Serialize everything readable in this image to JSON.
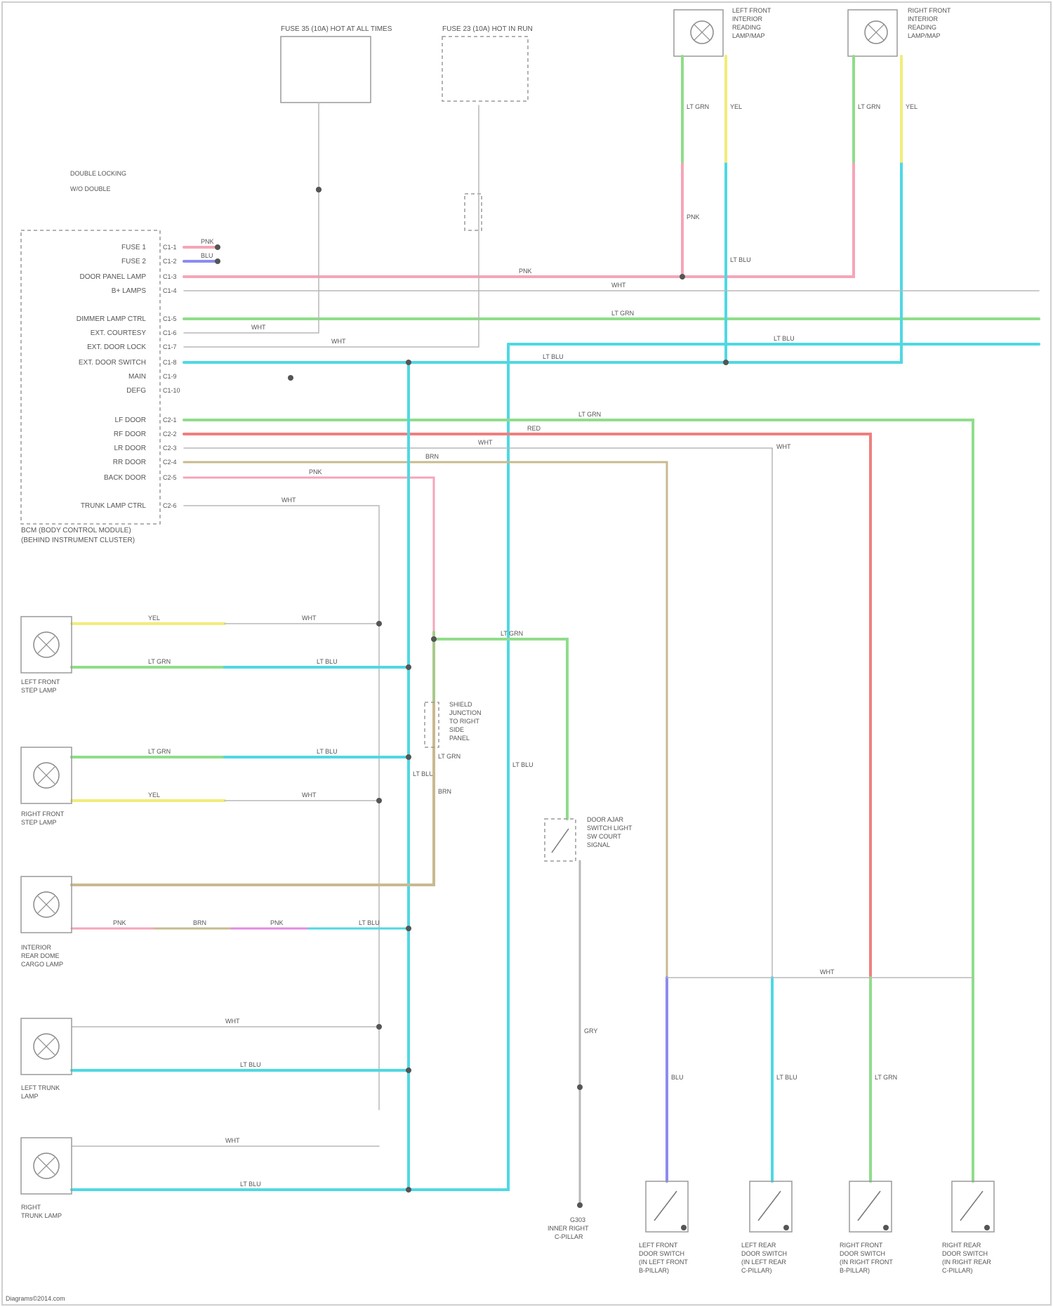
{
  "colors": {
    "pink": "#f4a6b8",
    "cyan": "#4fd8e3",
    "green": "#8fdd8a",
    "yellow": "#f1ec7a",
    "red": "#ef7f7f",
    "olive": "#a9c98b",
    "tan": "#c9b98f",
    "blue": "#8c8cf0",
    "gray": "#b8b8b8",
    "magenta": "#e08be0",
    "frame": "#cfcfcf"
  },
  "footer": {
    "credit": "Diagrams©2014.com"
  },
  "module": {
    "title_line1": "BCM (BODY CONTROL MODULE)",
    "title_line2": "(BEHIND INSTRUMENT CLUSTER)"
  },
  "legend": {
    "line1": "DOUBLE LOCKING",
    "line2": "W/O DOUBLE"
  },
  "parts": {
    "left_map": [
      "LEFT FRONT",
      "INTERIOR",
      "READING",
      "LAMP/MAP"
    ],
    "right_map": [
      "RIGHT FRONT",
      "INTERIOR",
      "READING",
      "LAMP/MAP"
    ],
    "fuse_block_left": "FUSE 35 (10A) HOT AT ALL TIMES",
    "fuse_block_center": "FUSE 23 (10A) HOT IN RUN",
    "left_step": [
      "LEFT FRONT",
      "STEP LAMP"
    ],
    "right_step": [
      "RIGHT FRONT",
      "STEP LAMP"
    ],
    "interior": [
      "INTERIOR",
      "REAR DOME",
      "CARGO LAMP"
    ],
    "left_trunk": [
      "LEFT TRUNK",
      "LAMP"
    ],
    "right_trunk": [
      "RIGHT",
      "TRUNK LAMP"
    ],
    "junction": [
      "SHIELD",
      "JUNCTION",
      "TO RIGHT",
      "SIDE",
      "PANEL"
    ],
    "courtesy_switch": [
      "DOOR AJAR",
      "SWITCH LIGHT",
      "SW COURT",
      "SIGNAL"
    ],
    "ground": [
      "G303",
      "INNER RIGHT",
      "C-PILLAR"
    ],
    "sw_lf": [
      "LEFT FRONT",
      "DOOR SWITCH",
      "(IN LEFT FRONT",
      "B-PILLAR)"
    ],
    "sw_lr": [
      "LEFT REAR",
      "DOOR SWITCH",
      "(IN LEFT REAR",
      "C-PILLAR)"
    ],
    "sw_rf": [
      "RIGHT FRONT",
      "DOOR SWITCH",
      "(IN RIGHT FRONT",
      "B-PILLAR)"
    ],
    "sw_rr": [
      "RIGHT REAR",
      "DOOR SWITCH",
      "(IN RIGHT REAR",
      "C-PILLAR)"
    ]
  },
  "pins": [
    {
      "label": "FUSE 1",
      "pin": "C1-1"
    },
    {
      "label": "FUSE 2",
      "pin": "C1-2"
    },
    {
      "label": "DOOR PANEL LAMP",
      "pin": "C1-3"
    },
    {
      "label": "B+ LAMPS",
      "pin": "C1-4"
    },
    {
      "label": "DIMMER LAMP CTRL",
      "pin": "C1-5"
    },
    {
      "label": "EXT. COURTESY",
      "pin": "C1-6"
    },
    {
      "label": "EXT. DOOR LOCK",
      "pin": "C1-7"
    },
    {
      "label": "EXT. DOOR SWITCH",
      "pin": "C1-8"
    },
    {
      "label": "MAIN",
      "pin": "C1-9"
    },
    {
      "label": "DEFG",
      "pin": "C1-10"
    },
    {
      "label": "LF DOOR",
      "pin": "C2-1"
    },
    {
      "label": "RF DOOR",
      "pin": "C2-2"
    },
    {
      "label": "LR DOOR",
      "pin": "C2-3"
    },
    {
      "label": "RR DOOR",
      "pin": "C2-4"
    },
    {
      "label": "BACK DOOR",
      "pin": "C2-5"
    },
    {
      "label": "TRUNK LAMP CTRL",
      "pin": "C2-6"
    }
  ],
  "wire_labels": {
    "pink": "PNK",
    "blue": "BLU",
    "green": "LT GRN",
    "yellow": "YEL",
    "cyan": "LT BLU",
    "white": "WHT",
    "red": "RED",
    "tan": "BRN",
    "gray": "GRY"
  }
}
